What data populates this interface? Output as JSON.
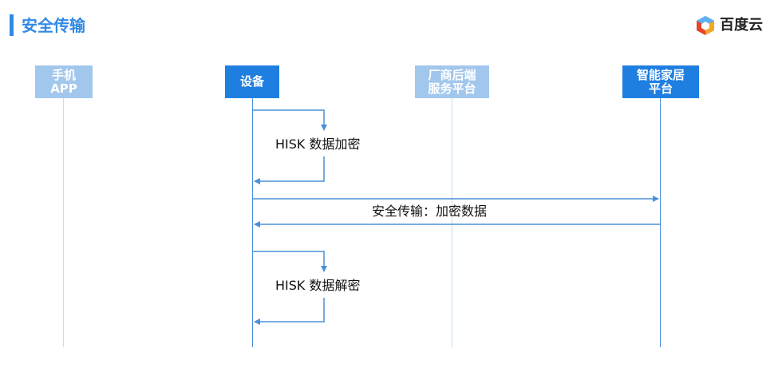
{
  "header": {
    "title": "安全传输",
    "logo_text": "百度云"
  },
  "actors": [
    {
      "line1": "手机",
      "line2": "APP"
    },
    {
      "line1": "设备",
      "line2": ""
    },
    {
      "line1": "厂商后端",
      "line2": "服务平台"
    },
    {
      "line1": "智能家居",
      "line2": "平台"
    }
  ],
  "messages": {
    "encrypt_label": "HISK 数据加密",
    "transfer_label": "安全传输：加密数据",
    "decrypt_label": "HISK 数据解密"
  },
  "colors": {
    "accent": "#2f8ae5",
    "actor_light": "#a2c7ed",
    "actor_dark": "#1f7fe0",
    "arrow": "#4a90d9"
  }
}
